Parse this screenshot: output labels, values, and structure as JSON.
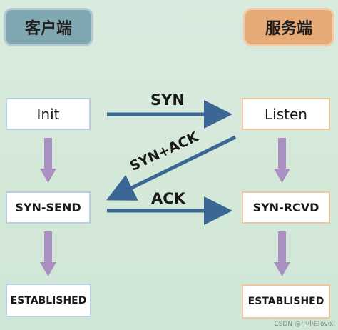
{
  "headers": {
    "client": "客户端",
    "server": "服务端"
  },
  "client_states": {
    "init": "Init",
    "syn_send": "SYN-SEND",
    "established": "ESTABLISHED"
  },
  "server_states": {
    "listen": "Listen",
    "syn_rcvd": "SYN-RCVD",
    "established": "ESTABLISHED"
  },
  "messages": {
    "syn": "SYN",
    "syn_ack": "SYN+ACK",
    "ack": "ACK"
  },
  "watermark": "CSDN @小小白ovo.",
  "colors": {
    "background": "#d4e8d8",
    "client_header": "#7fa7b1",
    "server_header": "#e6aa77",
    "message_arrow": "#3a6793",
    "state_arrow": "#a98fc2"
  }
}
